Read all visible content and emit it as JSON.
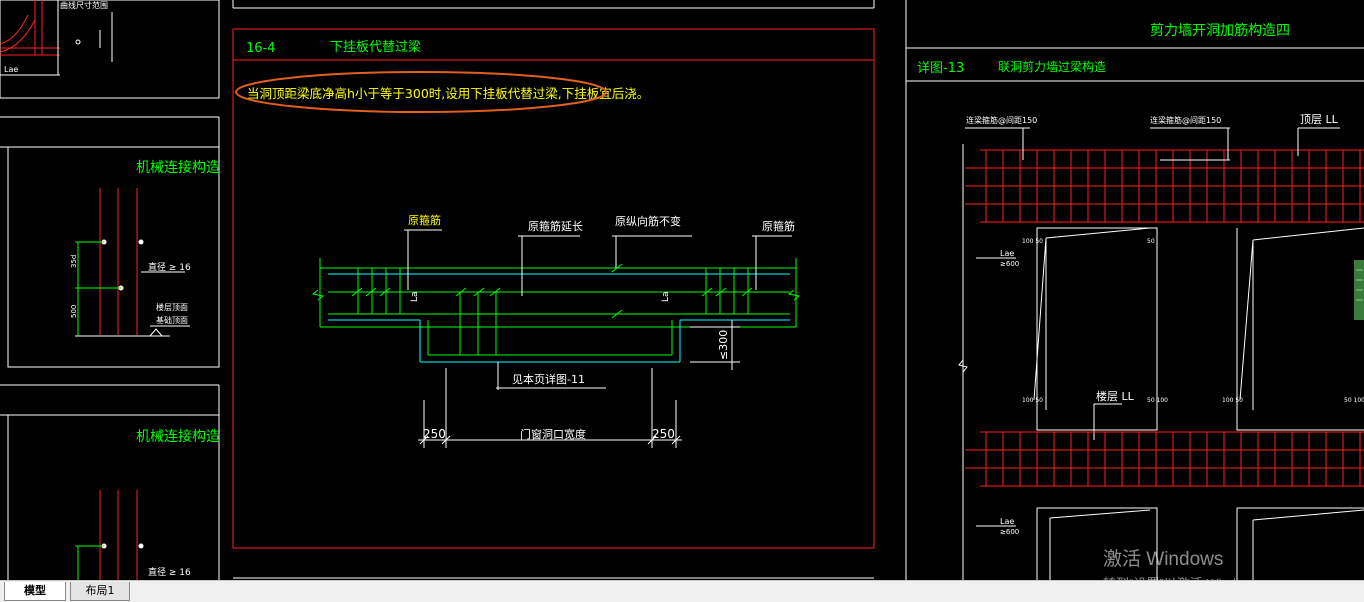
{
  "drawing": {
    "left_panel": {
      "top_note": "曲线尺寸范围",
      "top_small": "Lae",
      "title1": "机械连接构造",
      "title2": "机械连接构造",
      "dia_label": "直径 ≥ 16",
      "dim_35d": "35d",
      "dim_500": "500",
      "note_line1": "楼层顶面",
      "note_line2": "基础顶面"
    },
    "center_panel": {
      "header_number": "16-4",
      "header_title": "下挂板代替过梁",
      "note": "当洞顶距梁底净高h小于等于300时,设用下挂板代替过梁,下挂板宜后浇。",
      "label_orig_stirrup_left": "原箍筋",
      "label_stirrup_extend": "原箍筋延长",
      "label_longbar_unchanged": "原纵向筋不变",
      "label_orig_stirrup_right": "原箍筋",
      "label_le300": "≤300",
      "label_see_detail": "见本页详图-11",
      "label_250_left": "250",
      "label_opening_width": "门窗洞口宽度",
      "label_250_right": "250",
      "label_la": "La"
    },
    "right_panel": {
      "title": "剪力墙开洞加筋构造四",
      "subheader_number": "详图-13",
      "subheader_title": "联洞剪力墙过梁构造",
      "label_spacing1": "连梁箍筋@间距150",
      "label_spacing2": "连梁箍筋@间距150",
      "label_top_ll": "顶层 LL",
      "label_floor_ll": "楼层 LL",
      "label_lae": "Lae",
      "label_600": "≥600",
      "label_100_50": "100 50",
      "label_50": "50",
      "label_50_100": "50 100"
    }
  },
  "tabs": [
    {
      "label": "模型",
      "active": true
    },
    {
      "label": "布局1",
      "active": false
    }
  ],
  "watermark": {
    "line1": "激活 Windows",
    "line2": "转到“设置”以激活 Windows。"
  },
  "colors": {
    "background": "#000000",
    "frame_white": "#ffffff",
    "frame_red": "#ff2020",
    "text_green": "#00ff00",
    "text_yellow": "#ffff00",
    "line_cyan": "#00ffff",
    "highlight_orange": "#e06020"
  }
}
